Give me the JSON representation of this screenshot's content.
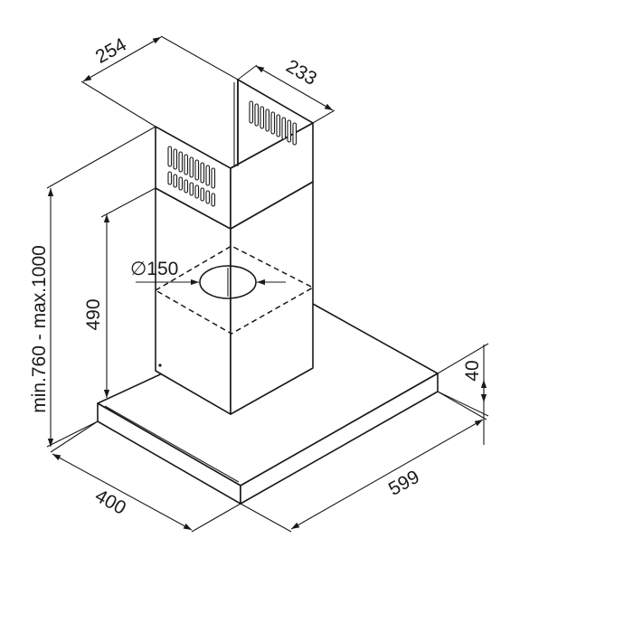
{
  "dimensions": {
    "chimney_upper_width": "254",
    "chimney_upper_depth": "233",
    "height_range": "min.760 - max.1000",
    "chimney_lower_height": "490",
    "outlet_diameter": "∅150",
    "canopy_thickness": "40",
    "canopy_depth": "400",
    "canopy_width": "599"
  }
}
